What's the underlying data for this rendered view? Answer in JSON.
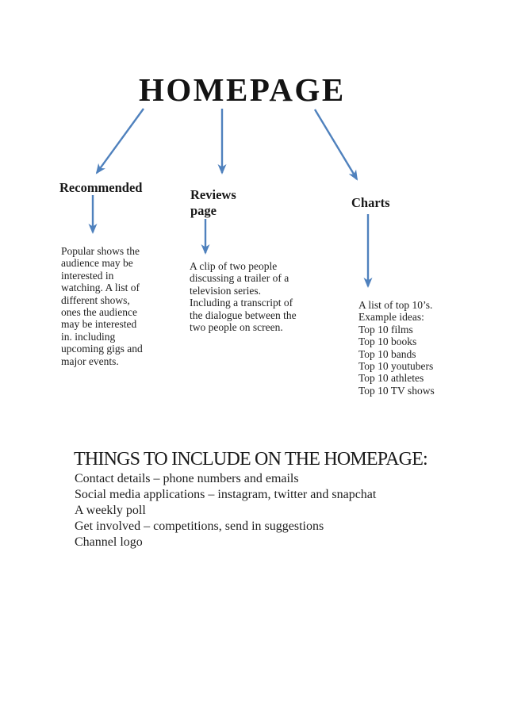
{
  "page": {
    "title": "HOMEPAGE"
  },
  "diagram": {
    "arrow_color": "#4f81bd",
    "text_color": "#1e1e1e",
    "branches": [
      {
        "label": "Recommended",
        "description": "Popular shows the\naudience may be\ninterested in\nwatching. A list of\ndifferent shows,\nones the audience\nmay be interested\nin. including\nupcoming gigs and\nmajor events."
      },
      {
        "label": "Reviews\npage",
        "description": "A clip of two people\ndiscussing a trailer of a\ntelevision series.\nIncluding a transcript of\nthe dialogue between the\ntwo people on screen."
      },
      {
        "label": "Charts",
        "description": "A list of top 10’s.\nExample ideas:\nTop 10 films\nTop 10 books\nTop 10 bands\nTop 10 youtubers\nTop 10 athletes\nTop 10 TV shows"
      }
    ]
  },
  "notes": {
    "heading": "THINGS TO INCLUDE ON THE HOMEPAGE:",
    "items": [
      "Contact details – phone numbers and emails",
      "Social media applications – instagram, twitter and snapchat",
      "A weekly poll",
      "Get involved – competitions, send in suggestions",
      "Channel logo"
    ]
  }
}
